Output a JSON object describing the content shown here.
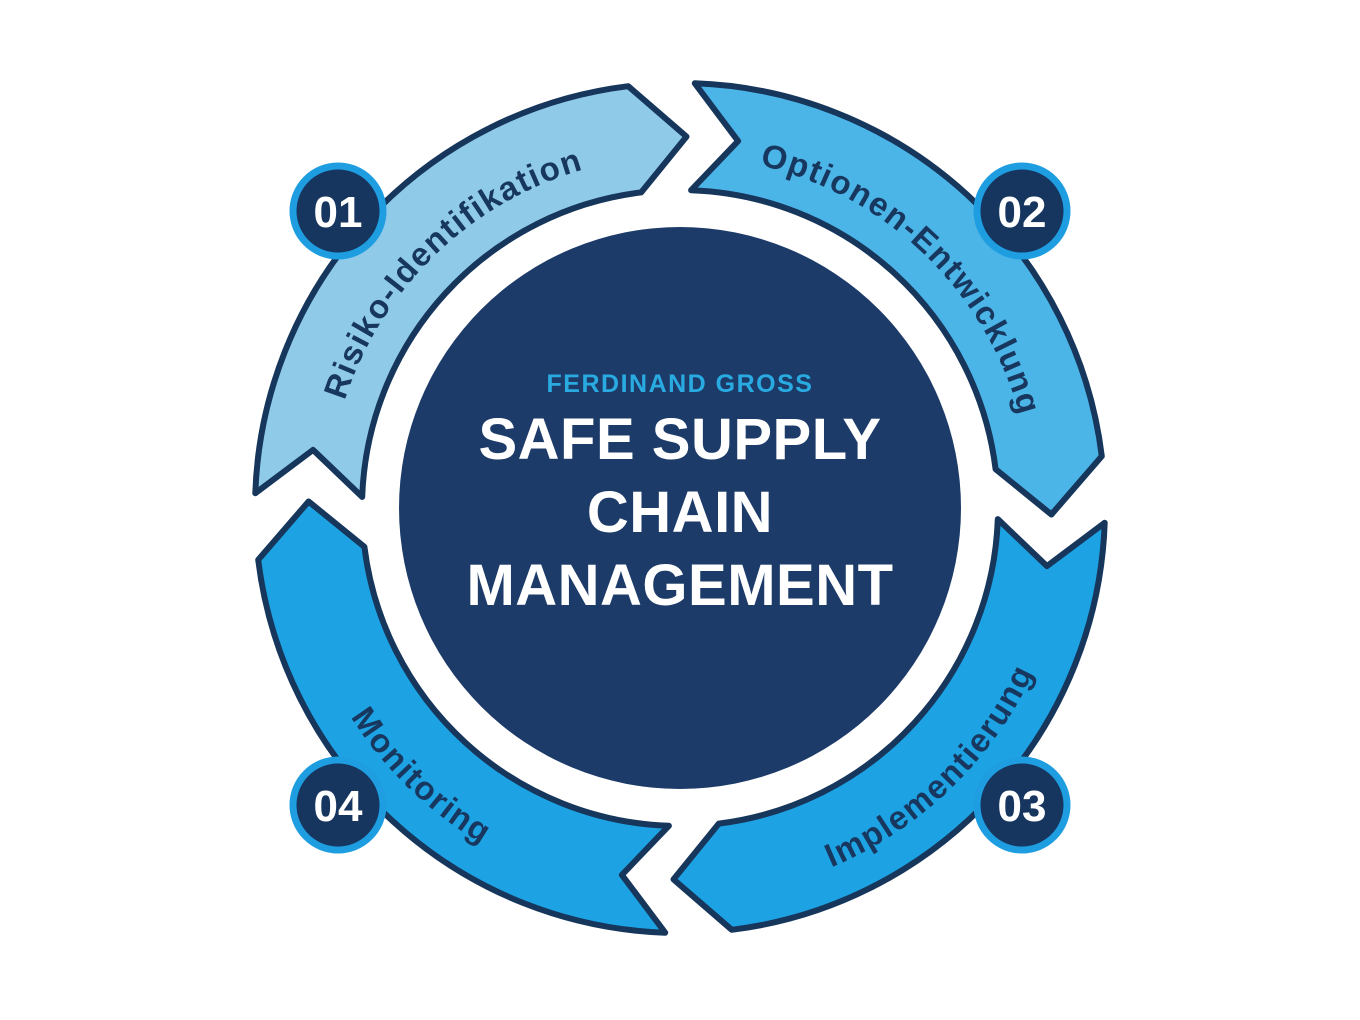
{
  "diagram": {
    "brand": "FERDINAND GROSS",
    "title_lines": [
      "SAFE SUPPLY",
      "CHAIN",
      "MANAGEMENT"
    ],
    "steps": [
      {
        "number": "01",
        "label": "Risiko-Identifikation",
        "color": "#8FCBE8"
      },
      {
        "number": "02",
        "label": "Optionen-Entwicklung",
        "color": "#4CB5E8"
      },
      {
        "number": "03",
        "label": "Implementierung",
        "color": "#1DA3E4"
      },
      {
        "number": "04",
        "label": "Monitoring",
        "color": "#1DA3E4"
      }
    ],
    "colors": {
      "navy_outline": "#16365C",
      "label_text": "#17375F",
      "center_circle": "#1C3B69",
      "badge_fill": "#16355F",
      "badge_ring": "#1E9EE0",
      "brand_text": "#29ABE2",
      "title_text": "#FFFFFF",
      "background": "#FFFFFF"
    }
  }
}
